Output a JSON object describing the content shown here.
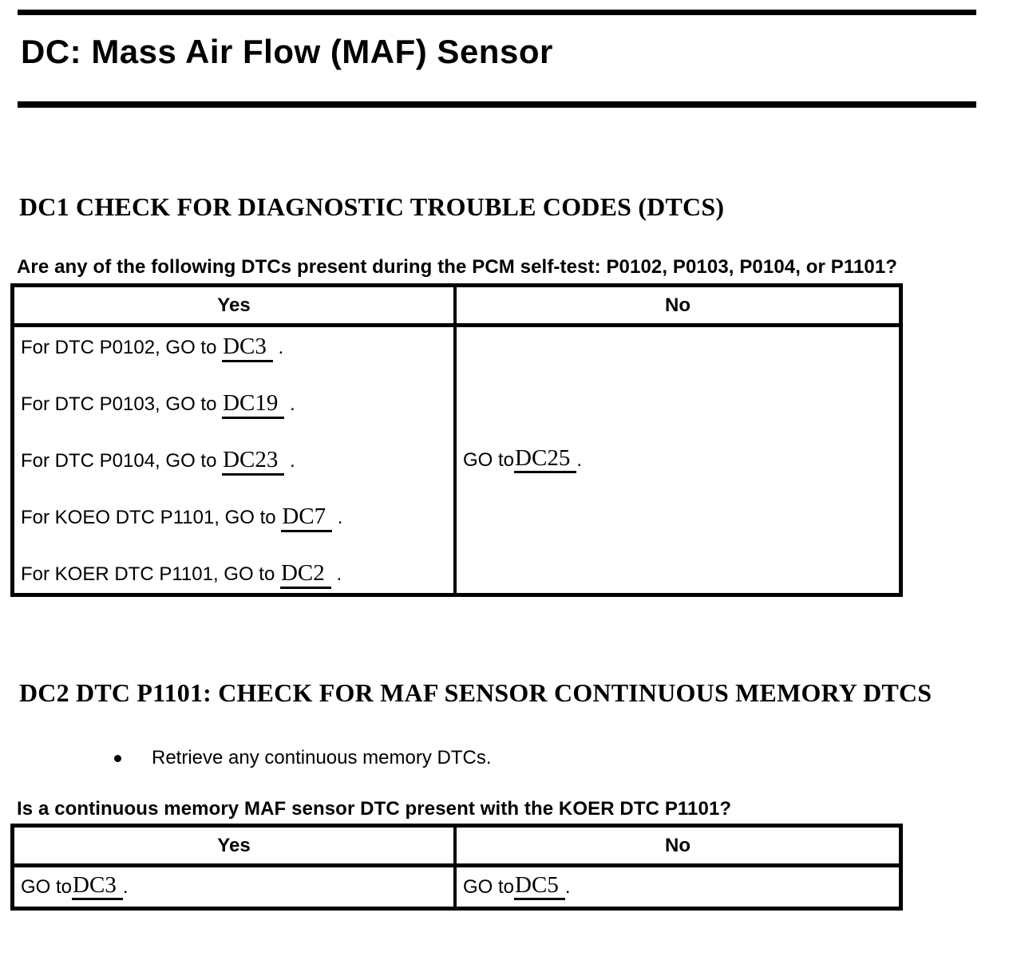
{
  "colors": {
    "text": "#000000",
    "background": "#ffffff"
  },
  "page": {
    "title": "DC: Mass Air Flow (MAF) Sensor"
  },
  "section1": {
    "heading": "DC1 CHECK FOR DIAGNOSTIC TROUBLE CODES (DTCS)",
    "question": "Are any of the following DTCs present during the PCM self-test: P0102, P0103, P0104, or P1101?",
    "table": {
      "header_yes": "Yes",
      "header_no": "No",
      "yes_rows": [
        {
          "prefix": "For DTC P0102, GO to ",
          "link": "DC3",
          "suffix": " ."
        },
        {
          "prefix": "For DTC P0103, GO to ",
          "link": "DC19",
          "suffix": " ."
        },
        {
          "prefix": "For DTC P0104, GO to ",
          "link": "DC23",
          "suffix": " ."
        },
        {
          "prefix": "For KOEO DTC P1101, GO to ",
          "link": "DC7",
          "suffix": " ."
        },
        {
          "prefix": "For KOER DTC P1101, GO to ",
          "link": "DC2",
          "suffix": " ."
        }
      ],
      "no_cell": {
        "prefix": "GO to ",
        "link": "DC25",
        "suffix": " ."
      }
    }
  },
  "section2": {
    "heading": "DC2 DTC P1101: CHECK FOR MAF SENSOR CONTINUOUS MEMORY DTCS",
    "bullets": [
      "Retrieve any continuous memory DTCs."
    ],
    "question": "Is a continuous memory MAF sensor DTC present with the KOER DTC P1101?",
    "table": {
      "header_yes": "Yes",
      "header_no": "No",
      "yes_cell": {
        "prefix": "GO to ",
        "link": "DC3",
        "suffix": " ."
      },
      "no_cell": {
        "prefix": "GO to ",
        "link": "DC5",
        "suffix": " ."
      }
    }
  }
}
